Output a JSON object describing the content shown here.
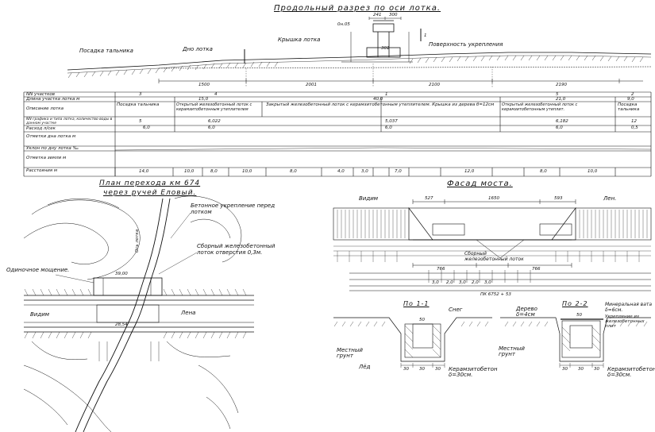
{
  "profile": {
    "title": "Продольный разрез по оси лотка.",
    "labels": {
      "wellhead": "Посадка тальника",
      "tray_bottom": "Дно лотка",
      "tray_cover": "Крышка лотка",
      "reinforcement_surface": "Поверхность укрепления",
      "elev_top": "0н.05",
      "elev_mid": "301",
      "dims_top": [
        "241",
        "300"
      ],
      "section_mark": "1"
    },
    "spans": [
      "1500",
      "2001",
      "2100",
      "2190"
    ],
    "table_rows": {
      "row1": "NN участков",
      "row2": "Длина участка лотка м",
      "row3": "Описание лотка",
      "row4": "NN графика и типа лотка, количество воды в данном участке",
      "row5": "Расход л/сек",
      "row6": "Отметки дна лотка м",
      "row7": "Уклон по дну лотка ‰",
      "row8": "Отметка земли м",
      "row9": "Расстояния м"
    },
    "table_cells": {
      "sections": [
        "3",
        "4",
        "1",
        "5",
        "2"
      ],
      "lengths": [
        "15,0",
        "40,0",
        "21,0",
        "9,0"
      ],
      "desc": [
        "Посадка тальника",
        "Открытый железобетонный лоток с керамзитобетонным утеплителем",
        "Закрытый железобетонный лоток с керамзитобетонным утеплителем. Крышка из дерева б=12см",
        "Открытый железобетонный лоток с керамзитобетонным утеплит.",
        "Посадка тальника"
      ],
      "graph_nums": [
        "5",
        "6,022",
        "5,037",
        "6,182",
        "12"
      ],
      "flows": [
        "6,0",
        "6,0",
        "6,0",
        "6,0",
        "0,5"
      ],
      "distances": [
        "14,0",
        "10,0",
        "8,0",
        "10,0",
        "8,0",
        "4,0",
        "3,0",
        "7,0",
        "12,0",
        "8,0",
        "10,0"
      ]
    }
  },
  "plan": {
    "title_line1": "План перехода км 674",
    "title_line2": "через ручей Еловый.",
    "labels": {
      "concrete_reinf": "Бетонное укрепление перед лотком",
      "tray": "Сборный железобетонный лоток отверстия 0,3м.",
      "paving": "Одиночное мощение.",
      "vidim": "Видим",
      "lena": "Лена",
      "dim1": "39,00",
      "dim2": "28,54",
      "stream": "Ось лотка"
    }
  },
  "facade": {
    "title": "Фасад моста.",
    "labels": {
      "vidim": "Видим",
      "lena": "Лен.",
      "trays": "Сборный железобетонный лоток",
      "pk": "ПК 6752 + 53",
      "dims": [
        "527",
        "1650",
        "593",
        "766",
        "766"
      ],
      "spacings": [
        "3,0",
        "2,0",
        "3,0",
        "2,0",
        "3,0"
      ]
    }
  },
  "section11": {
    "title": "По 1-1",
    "labels": {
      "snow": "Снег",
      "ground": "Местный грунт",
      "ice": "Лёд",
      "insul": "Керамзитобетон δ=30см.",
      "dims": [
        "30",
        "30",
        "30",
        "50"
      ]
    }
  },
  "section22": {
    "title": "По 2-2",
    "labels": {
      "wood": "Дерево δ=4см",
      "mineral": "Минеральная вата δ=6см.",
      "reinforce": "Укрепление из железобетонных плит",
      "ground": "Местный грунт",
      "insul": "Керамзитобетон δ=30см.",
      "dims": [
        "30",
        "30",
        "30",
        "50"
      ]
    }
  }
}
